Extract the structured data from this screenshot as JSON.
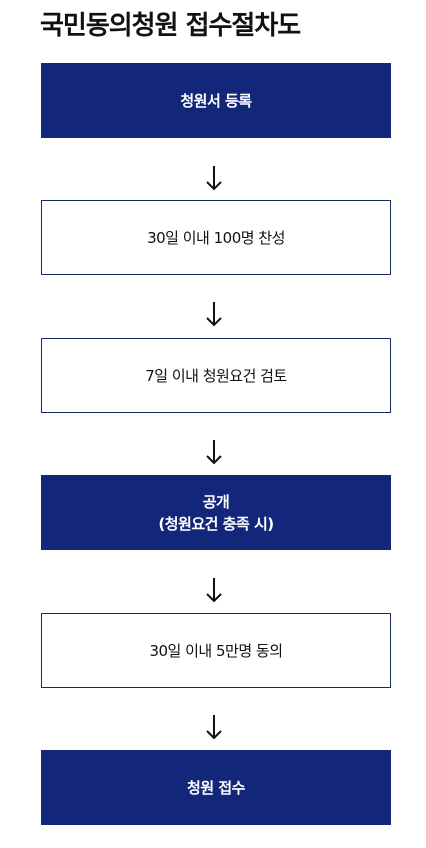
{
  "title": "국민동의청원 접수절차도",
  "colors": {
    "primary": "#13277a",
    "outline": "#1b2a5e",
    "text": "#111111"
  },
  "steps": [
    {
      "label": "청원서 등록",
      "style": "filled"
    },
    {
      "label": "30일 이내 100명 찬성",
      "style": "outline"
    },
    {
      "label": "7일 이내 청원요건 검토",
      "style": "outline"
    },
    {
      "line1": "공개",
      "line2": "(청원요건 충족 시)",
      "style": "filled"
    },
    {
      "label": "30일 이내 5만명 동의",
      "style": "outline"
    },
    {
      "label": "청원 접수",
      "style": "filled"
    }
  ],
  "arrow_icon": "arrow-down-icon"
}
